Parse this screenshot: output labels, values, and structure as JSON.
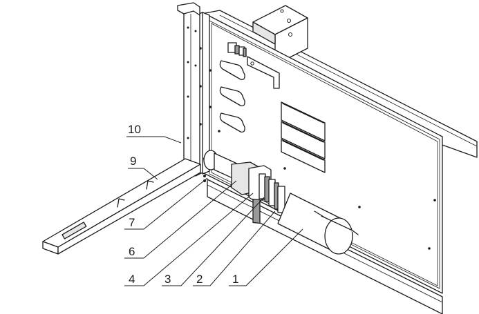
{
  "callouts": [
    {
      "id": "callout-1",
      "label": "1"
    },
    {
      "id": "callout-2",
      "label": "2"
    },
    {
      "id": "callout-3",
      "label": "3"
    },
    {
      "id": "callout-4",
      "label": "4"
    },
    {
      "id": "callout-6",
      "label": "6"
    },
    {
      "id": "callout-7",
      "label": "7"
    },
    {
      "id": "callout-9",
      "label": "9"
    },
    {
      "id": "callout-10",
      "label": "10"
    }
  ]
}
